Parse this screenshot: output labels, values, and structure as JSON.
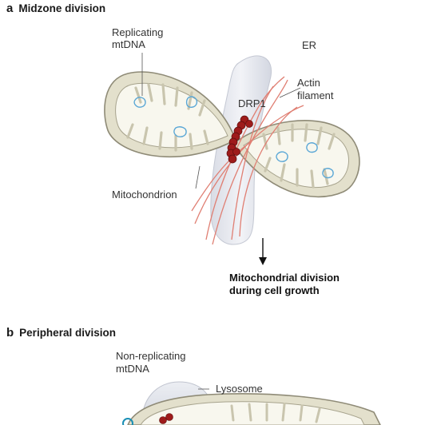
{
  "panel_a": {
    "letter": "a",
    "title": "Midzone division",
    "labels": {
      "replicating_mtdna_line1": "Replicating",
      "replicating_mtdna_line2": "mtDNA",
      "er": "ER",
      "actin_line1": "Actin",
      "actin_line2": "filament",
      "drp1": "DRP1",
      "mitochondrion": "Mitochondrion"
    },
    "outcome": "Mitochondrial division during cell growth"
  },
  "panel_b": {
    "letter": "b",
    "title": "Peripheral division",
    "labels": {
      "nonreplicating_line1": "Non-replicating",
      "nonreplicating_line2": "mtDNA",
      "lysosome": "Lysosome"
    }
  },
  "colors": {
    "membrane": "#e3e0cc",
    "membrane_edge": "#8f8b77",
    "matrix": "#f8f7ee",
    "cristae": "#c9c5ae",
    "er": "#e6e8ee",
    "mtdna": "#5aa7d6",
    "drp1": "#9e1b1b",
    "actin": "#e07f73",
    "nonreplicating_mtdna": "#1a8fb5"
  }
}
